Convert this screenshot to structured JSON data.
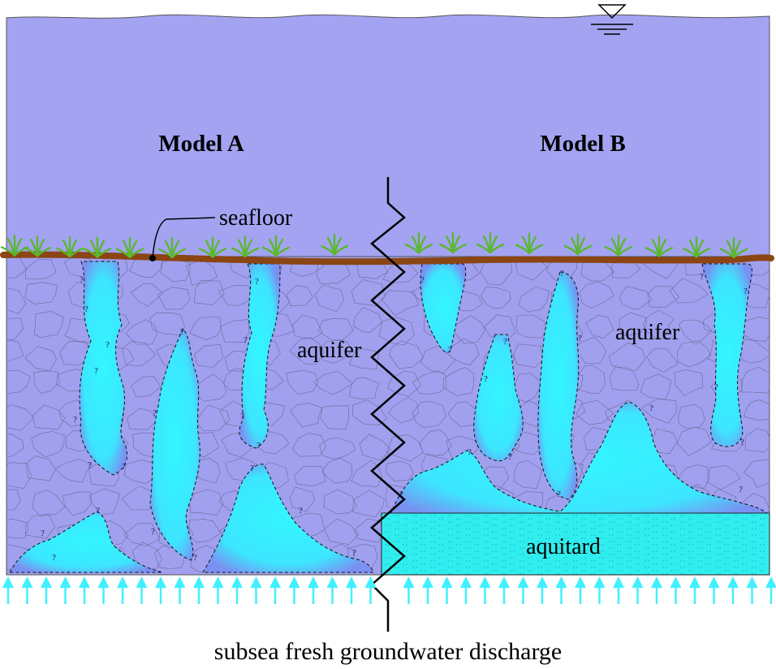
{
  "labels": {
    "model_a": "Model A",
    "model_b": "Model B",
    "seafloor": "seafloor",
    "aquifer_a": "aquifer",
    "aquifer_b": "aquifer",
    "aquitard": "aquitard",
    "discharge": "subsea fresh groundwater discharge",
    "uncertainty_mark": "?"
  },
  "icons": {
    "water_level": "water-level-triangle-icon",
    "seagrass": "seagrass-icon",
    "upward_flow": "upward-arrow-icon"
  },
  "colors": {
    "sea": "#a3a3f2",
    "sediment": "#a0a0ee",
    "fresh_water": "#33f0ff",
    "fresh_water_edge": "#6f8cf0",
    "aquitard": "#30eef0",
    "seafloor_line": "#8b4513",
    "seagrass": "#5ab82e",
    "flow_arrow": "#40f0ff",
    "grain_lines": "#6b6b9a"
  }
}
